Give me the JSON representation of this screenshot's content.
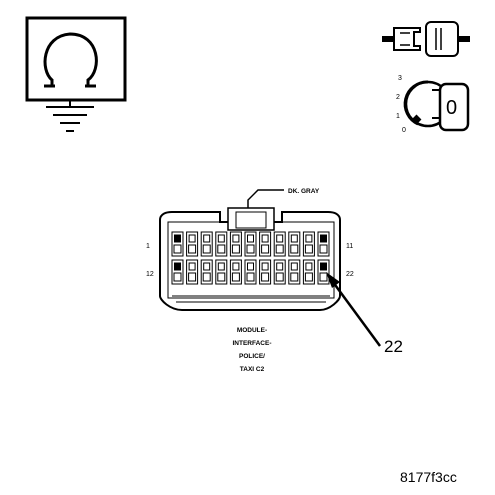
{
  "wire_color_label": "DK. GRAY",
  "pin_labels": {
    "top_left": "1",
    "top_right": "11",
    "bottom_left": "12",
    "bottom_right": "22"
  },
  "connector_name_lines": [
    "MODULE-",
    "INTERFACE-",
    "POLICE/",
    "TAXI C2"
  ],
  "callout_pin": "22",
  "ignition": {
    "key_text": "0",
    "positions": [
      "3",
      "2",
      "1",
      "0"
    ]
  },
  "figure_id": "8177f3cc",
  "connector_inner_labels": [
    "",
    ""
  ]
}
